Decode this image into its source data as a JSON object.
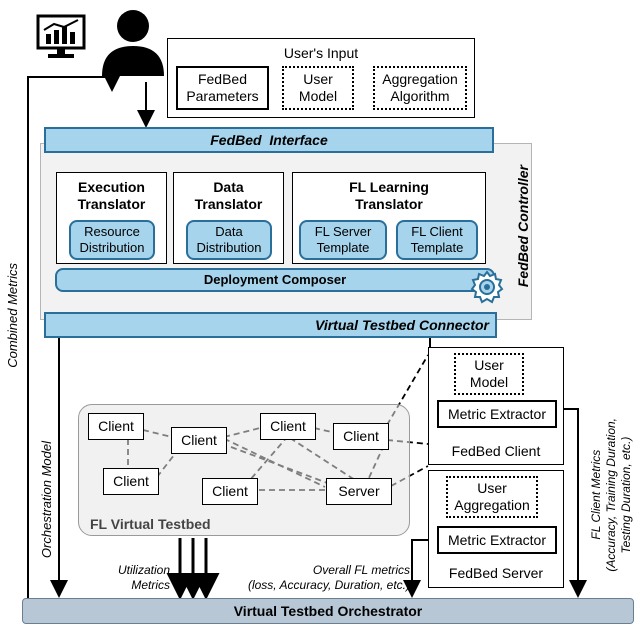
{
  "users_input": {
    "title": "User's Input",
    "items": [
      "FedBed\nParameters",
      "User\nModel",
      "Aggregation\nAlgorithm"
    ]
  },
  "interface": {
    "label": "FedBed  Interface"
  },
  "controller": {
    "label": "FedBed Controller",
    "execution_translator": {
      "title": "Execution\nTranslator",
      "child": "Resource\nDistribution"
    },
    "data_translator": {
      "title": "Data\nTranslator",
      "child": "Data\nDistribution"
    },
    "fl_learning_translator": {
      "title": "FL Learning\nTranslator",
      "children": [
        "FL Server\nTemplate",
        "FL Client\nTemplate"
      ]
    },
    "deployment_composer": "Deployment Composer"
  },
  "connector": {
    "label": "Virtual Testbed Connector"
  },
  "side_labels": {
    "combined_metrics": "Combined Metrics",
    "orchestration_model": "Orchestration Model"
  },
  "virtual_testbed": {
    "label": "FL Virtual Testbed",
    "nodes": [
      "Client",
      "Client",
      "Client",
      "Client",
      "Client",
      "Client",
      "Server"
    ]
  },
  "fedbed_client": {
    "label": "FedBed Client",
    "user_model": "User\nModel",
    "metric_extractor": "Metric Extractor"
  },
  "fedbed_server": {
    "label": "FedBed Server",
    "user_aggregation": "User\nAggregation",
    "metric_extractor": "Metric Extractor"
  },
  "metrics": {
    "utilization": "Utilization\nMetrics",
    "overall_fl": "Overall FL metrics\n(loss, Accuracy, Duration, etc.)",
    "fl_client": "FL Client Metrics\n(Accuracy, Training Duration,\nTesting Duration, etc.)"
  },
  "orchestrator": {
    "label": "Virtual Testbed Orchestrator"
  },
  "icons": [
    "monitor-chart-icon",
    "user-icon",
    "gear-icon"
  ],
  "colors": {
    "accent_fill": "#a6d4ec",
    "accent_border": "#2a6f9a",
    "panel_gray": "#f0f0f0",
    "orchestrator_fill": "#b7c7d6"
  }
}
